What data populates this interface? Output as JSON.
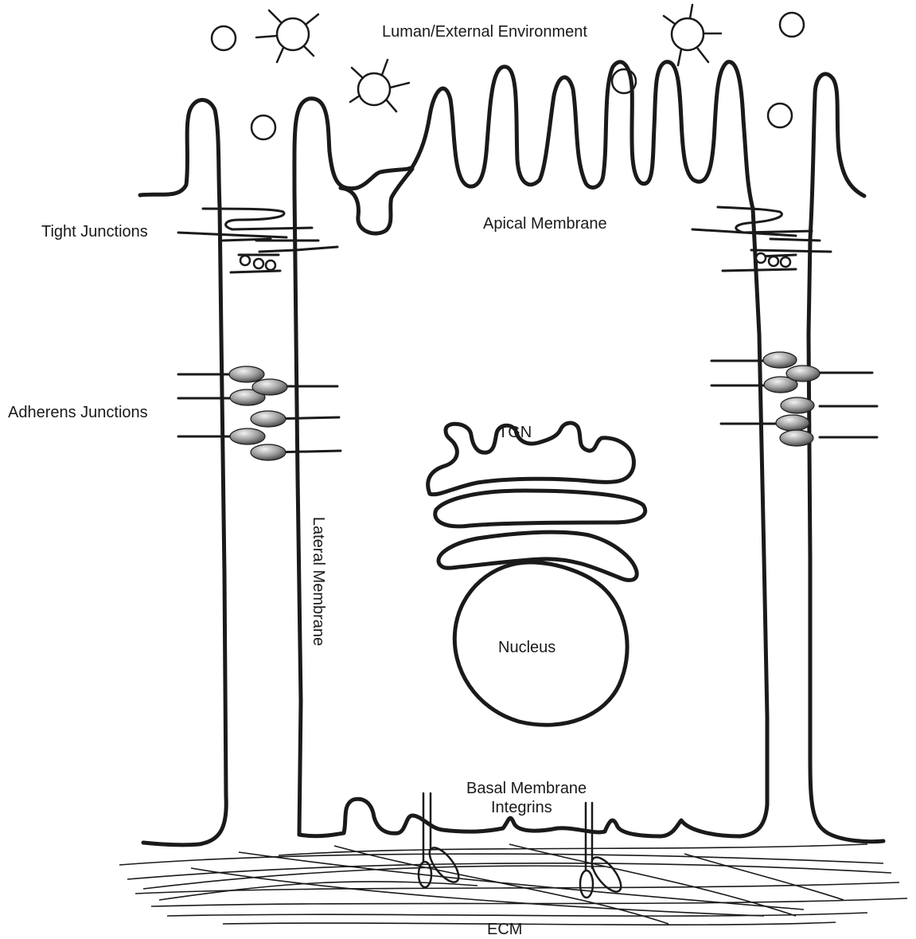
{
  "labels": {
    "lumen": "Luman/External Environment",
    "apical": "Apical Membrane",
    "tight": "Tight Junctions",
    "adherens": "Adherens Junctions",
    "lateral": "Lateral Membrane",
    "tgn": "TGN",
    "nucleus": "Nucleus",
    "basal": "Basal Membrane",
    "integrins": "Integrins",
    "ecm": "ECM"
  },
  "colors": {
    "stroke": "#1a1a1a",
    "background": "#ffffff",
    "cadherin_light": "#f2f2f2",
    "cadherin_dark": "#3a3a3a"
  }
}
